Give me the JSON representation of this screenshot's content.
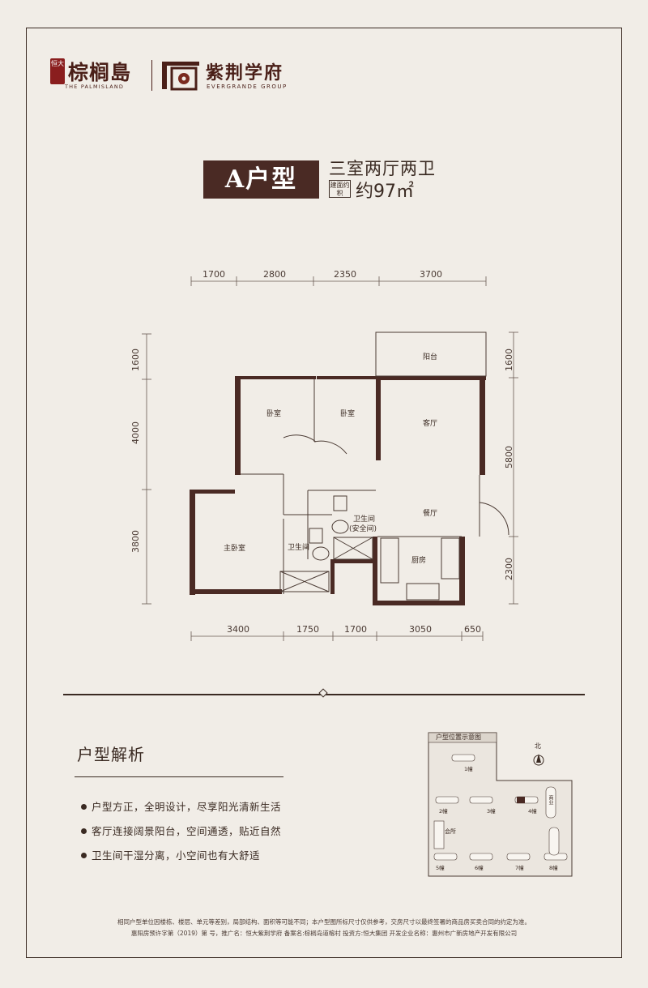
{
  "brand": {
    "seal_text": "恒大",
    "name_cn": "棕榈島",
    "name_en": "THE PALMISLAND",
    "project_cn": "紫荆学府",
    "project_en": "EVERGRANDE GROUP"
  },
  "unit": {
    "type_label": "A户型",
    "rooms_label": "三室两厅两卫",
    "area_tag": "建面约积",
    "area_value": "约97㎡"
  },
  "plan": {
    "top_dims": [
      "1700",
      "2800",
      "2350",
      "3700"
    ],
    "bottom_dims": [
      "3400",
      "1750",
      "1700",
      "3050",
      "650"
    ],
    "left_dims": [
      "1600",
      "4000",
      "3800"
    ],
    "right_dims": [
      "1600",
      "5800",
      "2300"
    ],
    "rooms": {
      "balcony": "阳台",
      "bedroom_a": "卧室",
      "bedroom_b": "卧室",
      "living": "客厅",
      "dining": "餐厅",
      "master": "主卧室",
      "bath_a": "卫生间",
      "bath_b_line1": "卫生间",
      "bath_b_line2": "(安全间)",
      "kitchen": "厨房"
    }
  },
  "analysis": {
    "title": "户型解析",
    "points": [
      "户型方正，全明设计，尽享阳光清新生活",
      "客厅连接阔景阳台，空间通透，贴近自然",
      "卫生间干湿分离，小空间也有大舒适"
    ]
  },
  "site_map": {
    "title": "户型位置示意图",
    "north": "北",
    "clubhouse": "会所",
    "buildings": [
      "1幢",
      "2幢",
      "3幢",
      "4幢",
      "5幢",
      "6幢",
      "7幢",
      "8幢"
    ],
    "other_label": "商业"
  },
  "disclaimer": {
    "line1": "相同户型单位因楼栋、楼层、单元等差别，局部结构、面积等可能不同；本户型图所标尺寸仅供参考，交房尺寸以最终签署的商品房买卖合同的约定为准。",
    "line2": "惠阳房预许字第（2019）第    号，推广名：恒大紫荆学府 备案名:棕榈岛道榕村 投资方:恒大集团 开发企业名称：惠州市广新房地产开发有限公司"
  }
}
